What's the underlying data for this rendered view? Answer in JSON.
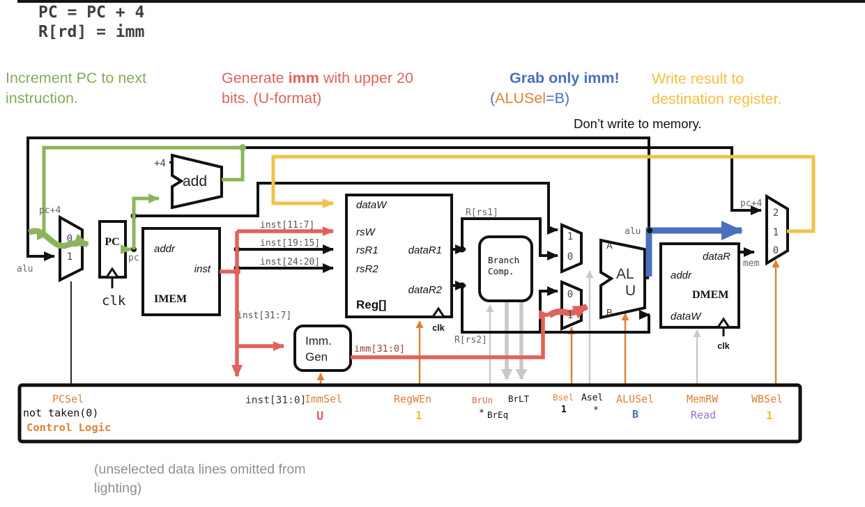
{
  "colors": {
    "green": "#8cb45e",
    "red": "#e0625c",
    "yellow": "#f0c24b",
    "blue": "#4a6fc0",
    "orange": "#dd8136",
    "purple": "#9a6fd4",
    "gray_wire": "#c9c9c9",
    "black": "#111111"
  },
  "code": {
    "line1": "PC = PC + 4",
    "line2": "R[rd] = imm"
  },
  "notes": {
    "green": {
      "line1": "Increment PC to next",
      "line2": "instruction."
    },
    "red": {
      "pre": "Generate ",
      "bold": "imm",
      "post": " with upper 20",
      "line2": "bits. (U-format)"
    },
    "blue": {
      "line1": "Grab only imm!",
      "open": "(",
      "sel": "ALUSel",
      "close": "=B)"
    },
    "yellow": {
      "line1": "Write result to",
      "line2": "destination register."
    },
    "memory": "Don’t write to memory."
  },
  "diagram": {
    "pc4": "pc+4",
    "plus4": "+4",
    "add": "add",
    "clk": "clk",
    "pc_reg": "PC",
    "pc_lower": "pc",
    "alu_lower": "alu",
    "mem_lower": "mem",
    "mux": {
      "zero": "0",
      "one": "1",
      "two": "2"
    },
    "imem": {
      "addr": "addr",
      "inst": "inst",
      "name": "IMEM"
    },
    "regfile": {
      "dataW": "dataW",
      "rsW": "rsW",
      "rsR1": "rsR1",
      "rsR2": "rsR2",
      "dataR1": "dataR1",
      "dataR2": "dataR2",
      "name": "Reg[]",
      "clk": "clk"
    },
    "buses": {
      "inst_11_7": "inst[11:7]",
      "inst_19_15": "inst[19:15]",
      "inst_24_20": "inst[24:20]",
      "inst_31_7": "inst[31:7]",
      "inst_31_0": "inst[31:0]",
      "imm_31_0": "imm[31:0]",
      "r_rs1": "R[rs1]",
      "r_rs2": "R[rs2]"
    },
    "immgen": {
      "line1": "Imm.",
      "line2": "Gen"
    },
    "branch": {
      "line1": "Branch",
      "line2": "Comp."
    },
    "alu": {
      "a": "A",
      "b": "B",
      "line1": "AL",
      "line2": "U"
    },
    "dmem": {
      "dataR": "dataR",
      "addr": "addr",
      "name": "DMEM",
      "dataW": "dataW",
      "clk": "clk"
    }
  },
  "control": {
    "title": "Control Logic",
    "pcsel": {
      "label": "PCSel",
      "value": "not taken(0)"
    },
    "inst": "inst[31:0]",
    "immsel": {
      "label": "ImmSel",
      "value": "U"
    },
    "regwen": {
      "label": "RegWEn",
      "value": "1"
    },
    "brun": {
      "label": "BrUn",
      "value": "*"
    },
    "breq": "BrEq",
    "brlt": "BrLT",
    "bsel": {
      "label": "Bsel",
      "value": "1"
    },
    "asel": {
      "label": "Asel",
      "value": "*"
    },
    "alusel": {
      "label": "ALUSel",
      "value": "B"
    },
    "memrw": {
      "label": "MemRW",
      "value": "Read"
    },
    "wbsel": {
      "label": "WBSel",
      "value": "1"
    }
  },
  "caption": {
    "line1": "(unselected data lines omitted from",
    "line2": "lighting)"
  }
}
